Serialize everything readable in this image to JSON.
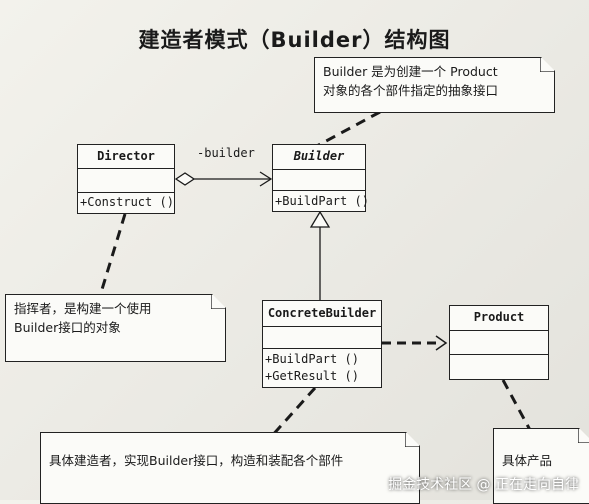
{
  "title": "建造者模式（Builder）结构图",
  "classes": {
    "director": {
      "name": "Director",
      "op1": "+Construct ()"
    },
    "builder": {
      "name": "Builder",
      "op1": "+BuildPart ()"
    },
    "concrete_builder": {
      "name": "ConcreteBuilder",
      "op1": "+BuildPart ()",
      "op2": "+GetResult ()"
    },
    "product": {
      "name": "Product"
    }
  },
  "association_label": "-builder",
  "notes": {
    "builder_note": {
      "line1": "Builder 是为创建一个 Product",
      "line2": "对象的各个部件指定的抽象接口"
    },
    "director_note": {
      "line1": "指挥者，是构建一个使用",
      "line2": "Builder接口的对象"
    },
    "concrete_note": {
      "line1": "具体建造者，实现Builder接口，构造和装配各个部件"
    },
    "product_note": {
      "line1": "具体产品"
    }
  },
  "watermark": "掘金技术社区 @ 正在走向自律"
}
